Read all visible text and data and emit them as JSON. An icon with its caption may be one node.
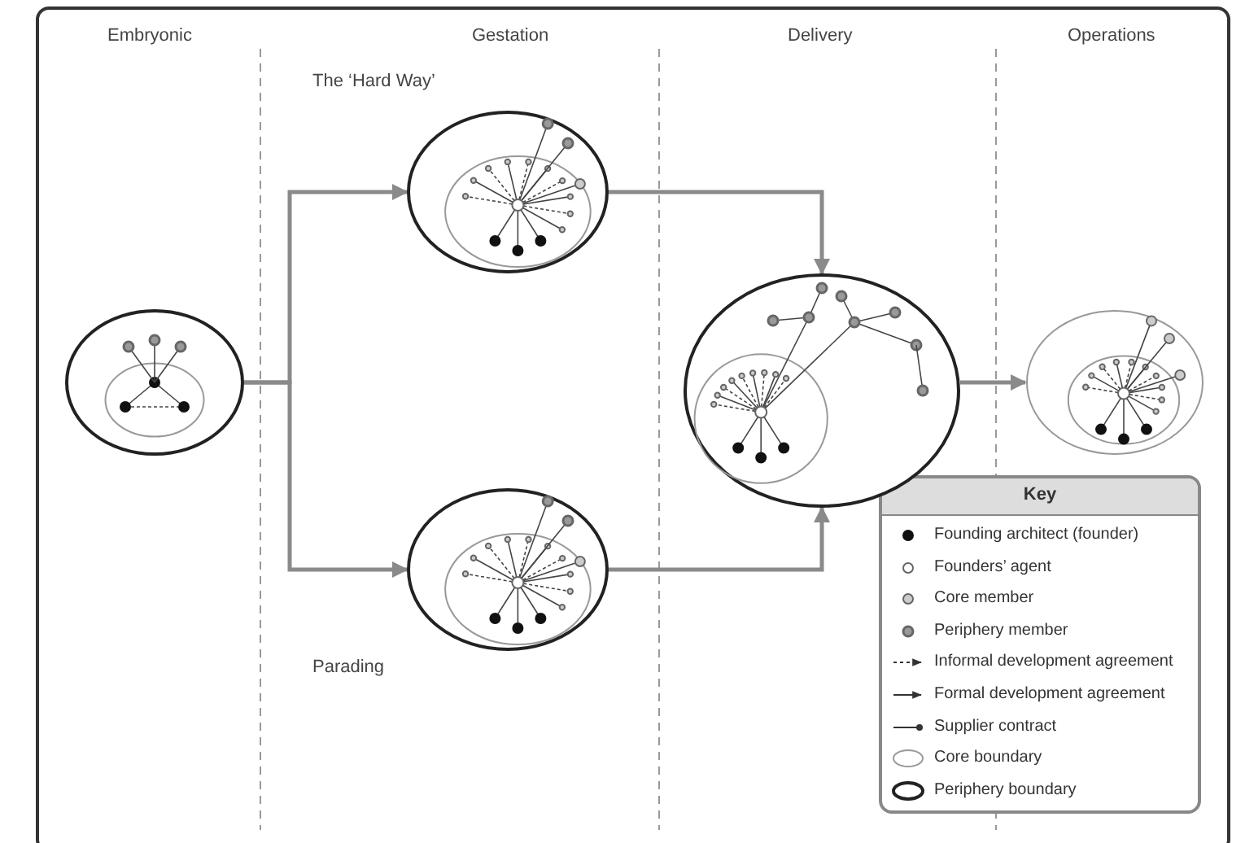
{
  "diagram": {
    "nodes": [
      {
        "text": [],
        "shape": "circle"
      },
      {
        "text": [],
        "shape": "circle",
        "beside": [
          "The ‘Hard Way’"
        ]
      },
      {
        "text": [],
        "shape": "circle",
        "beside": [
          "Parading"
        ]
      },
      {
        "text": [],
        "shape": "circle"
      },
      {
        "text": [],
        "shape": "circle"
      }
    ],
    "edges": [
      {
        "from": 0,
        "to": 1,
        "arrow": "to"
      },
      {
        "from": 0,
        "to": 2,
        "arrow": "to"
      },
      {
        "from": 1,
        "to": 3,
        "arrow": "to"
      },
      {
        "from": 2,
        "to": 3,
        "arrow": "to"
      },
      {
        "from": 3,
        "to": 4,
        "arrow": "to"
      }
    ],
    "labels": [
      "Embryonic",
      "Gestation",
      "Delivery",
      "Operations",
      "Key"
    ],
    "legend": [
      {
        "text": "Founding architect (founder)"
      },
      {
        "text": "Founders’ agent"
      },
      {
        "text": "Core member"
      },
      {
        "text": "Periphery member"
      },
      {
        "text": "Informal development agreement"
      },
      {
        "text": "Formal development agreement"
      },
      {
        "text": "Supplier contract"
      },
      {
        "text": "Core boundary"
      },
      {
        "text": "Periphery boundary"
      }
    ]
  }
}
